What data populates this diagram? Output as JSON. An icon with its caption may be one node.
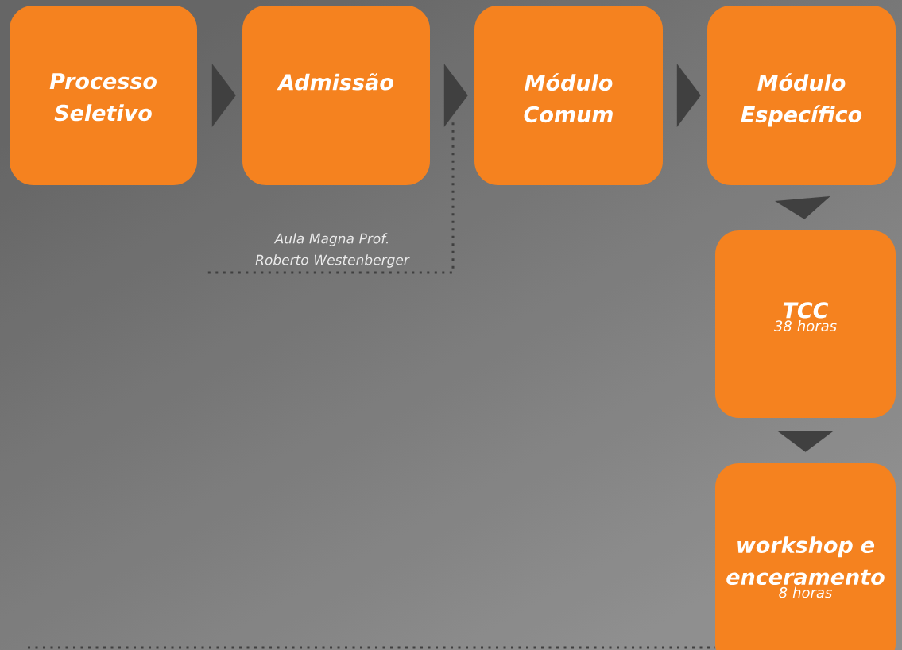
{
  "diagram": {
    "nodes": [
      {
        "text": [
          "Processo Seletivo"
        ]
      },
      {
        "text": [
          "Admissão"
        ]
      },
      {
        "text": [
          "Módulo Comum"
        ]
      },
      {
        "text": [
          "Módulo Específico"
        ]
      },
      {
        "text": [
          "TCC",
          "38 horas"
        ]
      },
      {
        "text": [
          "workshop e enceramento",
          "8 horas"
        ]
      },
      {
        "text": [
          "Aula Magna Prof. Roberto Westenberger"
        ]
      }
    ],
    "edges": [
      {
        "from": 0,
        "to": 1,
        "arrow": "to"
      },
      {
        "from": 1,
        "to": 2,
        "arrow": "to"
      },
      {
        "from": 2,
        "to": 3,
        "arrow": "to"
      },
      {
        "from": 3,
        "to": 4,
        "arrow": "to"
      },
      {
        "from": 4,
        "to": 5,
        "arrow": "to"
      },
      {
        "from": 6,
        "to": null,
        "arrow": "none",
        "style": "dashed"
      }
    ]
  }
}
